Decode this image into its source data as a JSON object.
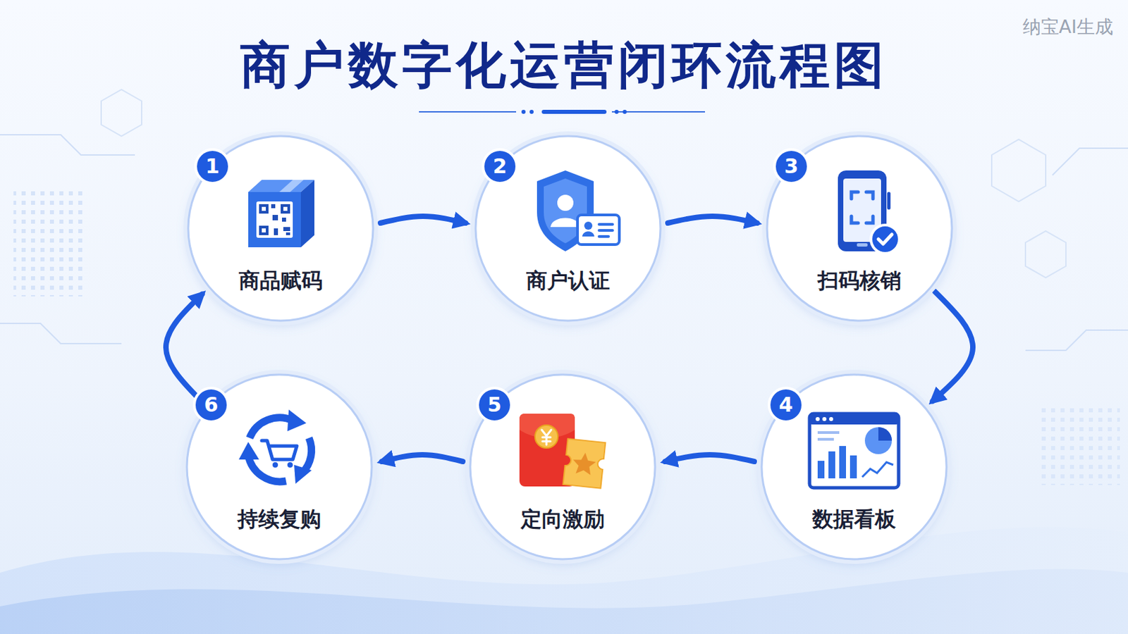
{
  "diagram": {
    "title": "商户数字化运营闭环流程图",
    "nodes": [
      {
        "text": [
          "1",
          "商品赋码"
        ]
      },
      {
        "text": [
          "2",
          "商户认证"
        ]
      },
      {
        "text": [
          "3",
          "扫码核销"
        ]
      },
      {
        "text": [
          "4",
          "数据看板"
        ]
      },
      {
        "text": [
          "5",
          "定向激励"
        ]
      },
      {
        "text": [
          "6",
          "持续复购"
        ]
      }
    ],
    "edges": [
      {
        "from": 0,
        "to": 1,
        "arrow": "to"
      },
      {
        "from": 1,
        "to": 2,
        "arrow": "to"
      },
      {
        "from": 2,
        "to": 3,
        "arrow": "to"
      },
      {
        "from": 3,
        "to": 4,
        "arrow": "to"
      },
      {
        "from": 4,
        "to": 5,
        "arrow": "to"
      },
      {
        "from": 5,
        "to": 0,
        "arrow": "to"
      }
    ],
    "labels": [
      "纳宝AI生成"
    ]
  }
}
